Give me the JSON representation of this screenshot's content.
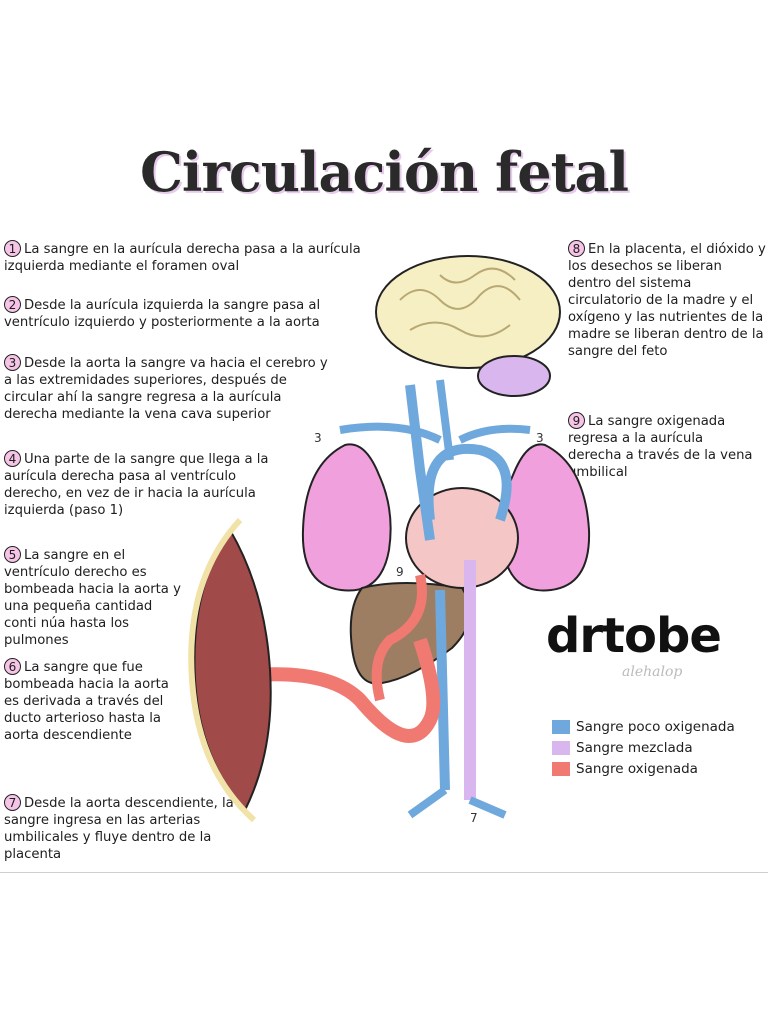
{
  "title": "Circulación fetal",
  "steps": [
    {
      "n": "1",
      "text": "La sangre en la aurícula derecha pasa a la aurícula izquierda mediante el foramen oval"
    },
    {
      "n": "2",
      "text": "Desde la aurícula izquierda la sangre pasa al ventrículo izquierdo y posteriormente a la aorta"
    },
    {
      "n": "3",
      "text": "Desde la aorta la sangre va hacia el cerebro y a las extremidades superiores, después de circular ahí la sangre regresa a la aurícula derecha mediante la vena cava superior"
    },
    {
      "n": "4",
      "text": "Una parte de la sangre que llega a la aurícula derecha pasa al ventrículo derecho, en vez de ir hacia la aurícula izquierda (paso 1)"
    },
    {
      "n": "5",
      "text": "La sangre en el ventrículo derecho es bombeada hacia la aorta y una pequeña cantidad conti núa hasta los pulmones"
    },
    {
      "n": "6",
      "text": "La sangre que fue bombeada hacia la aorta es derivada a través del ducto arterioso hasta la aorta descendiente"
    },
    {
      "n": "7",
      "text": "Desde la aorta descendiente, la sangre ingresa en las arterias umbilicales y fluye dentro de la placenta"
    },
    {
      "n": "8",
      "text": "En la placenta, el dióxido y los desechos se liberan dentro del sistema circulatorio de la madre y el oxígeno y las nutrientes de la madre se liberan dentro de la sangre del feto"
    },
    {
      "n": "9",
      "text": "La sangre oxigenada regresa a la aurícula derecha a través de la vena umbilical"
    }
  ],
  "brand": "drtobe",
  "signature": "alehalop",
  "legend": [
    {
      "label": "Sangre poco oxigenada",
      "color": "#6fa8dc"
    },
    {
      "label": "Sangre mezclada",
      "color": "#d9b7ee"
    },
    {
      "label": "Sangre oxigenada",
      "color": "#f07a72"
    }
  ],
  "diagram_labels": {
    "left_arrow": "3",
    "right_arrow": "3",
    "duct_label": "9",
    "bottom_label": "7"
  },
  "colors": {
    "lungs": "#f0a0dc",
    "brain": "#f7efc4",
    "cerebellum": "#d9b7ee",
    "liver": "#9e7e62",
    "placenta": "#a04a4a",
    "accent": "#f6c4e6"
  }
}
